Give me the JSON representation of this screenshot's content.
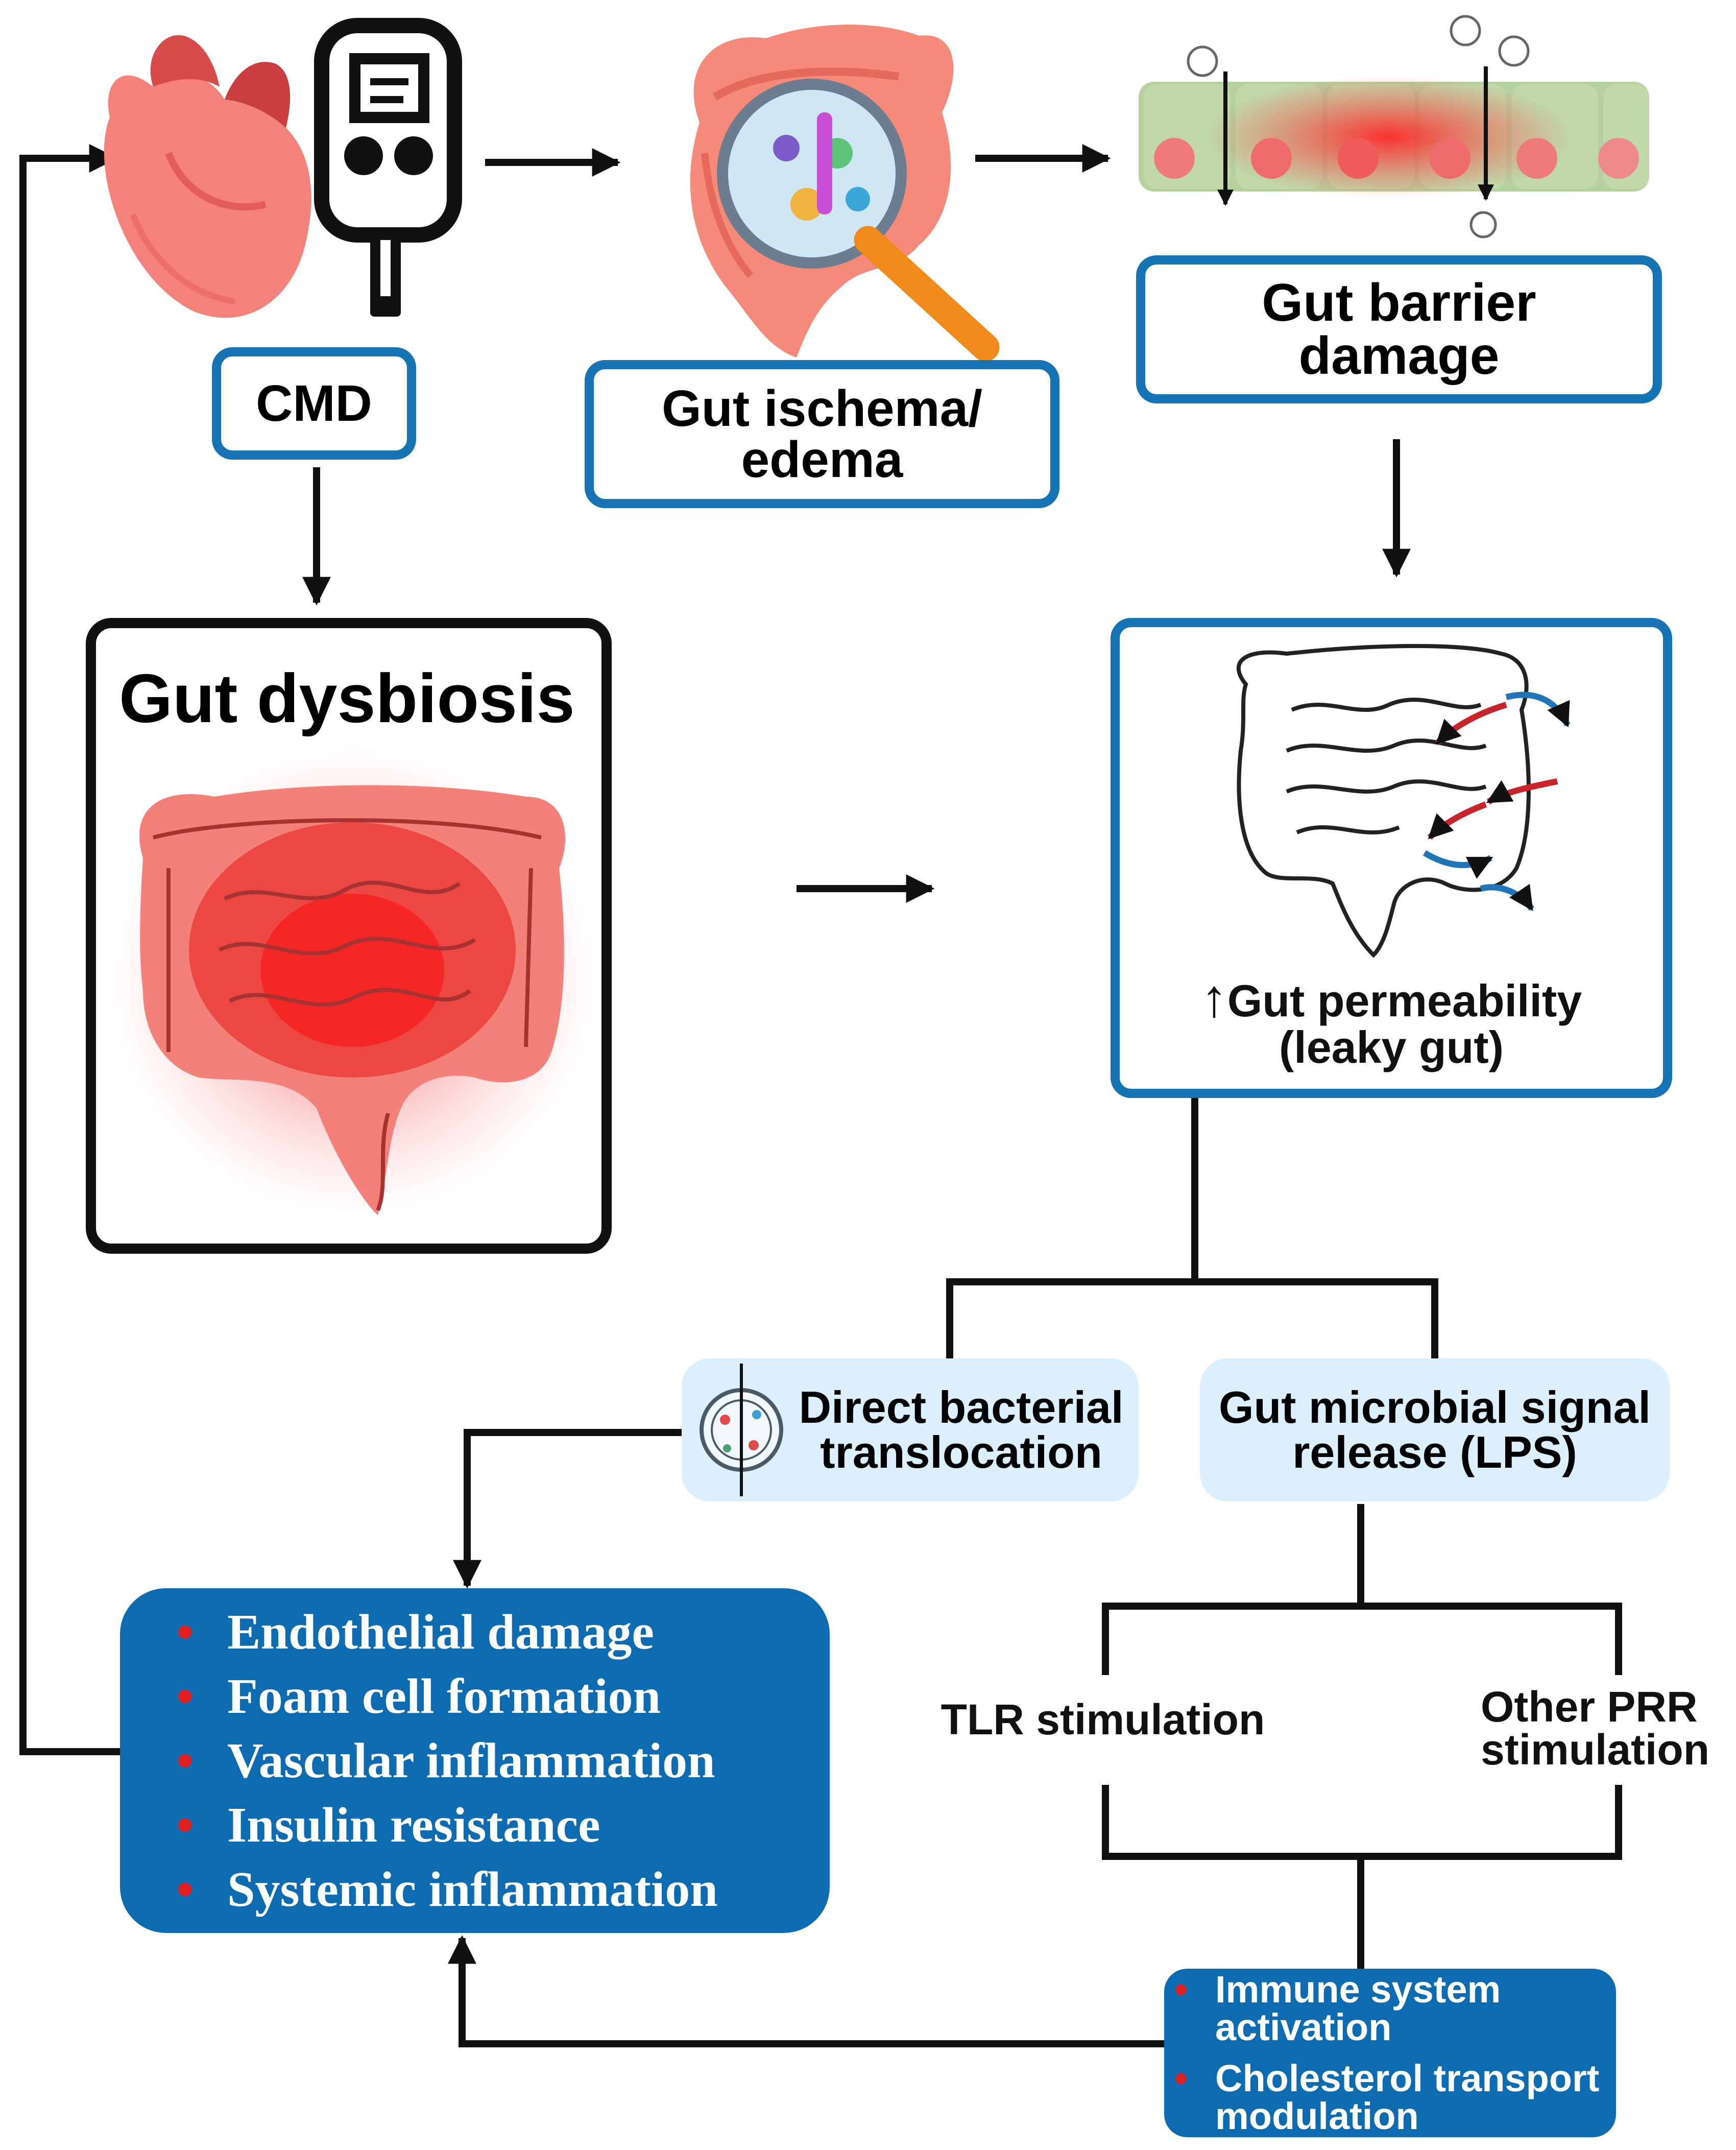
{
  "nodes": {
    "cmd": "CMD",
    "ischemia_line1": "Gut ischema/",
    "ischemia_line2": "edema",
    "barrier_line1": "Gut barrier",
    "barrier_line2": "damage",
    "dysbiosis": "Gut dysbiosis",
    "permeability_arrow": "↑",
    "permeability_line1": "Gut permeability",
    "permeability_line2": "(leaky gut)",
    "translocation_line1": "Direct bacterial",
    "translocation_line2": "translocation",
    "lps_line1": "Gut microbial signal",
    "lps_line2": "release (LPS)",
    "tlr": "TLR stimulation",
    "prr_line1": "Other PRR",
    "prr_line2": "stimulation"
  },
  "effects": [
    "Endothelial damage",
    "Foam cell formation",
    "Vascular inflammation",
    "Insulin resistance",
    "Systemic inflammation"
  ],
  "immune": [
    {
      "line1": "Immune system",
      "line2": "activation"
    },
    {
      "line1": "Cholesterol transport",
      "line2": "modulation"
    }
  ],
  "colors": {
    "blue_border": "#1673b4",
    "dark_blue": "#0d6cb1",
    "light_blue": "#dcefff",
    "bullet_red": "#e02020",
    "arrow": "#111111"
  },
  "icons": [
    "heart-icon",
    "glucose-meter-icon",
    "colon-magnifier-icon",
    "gut-barrier-cells-icon",
    "inflamed-colon-icon",
    "leaky-gut-icon",
    "bacteria-cell-icon"
  ]
}
